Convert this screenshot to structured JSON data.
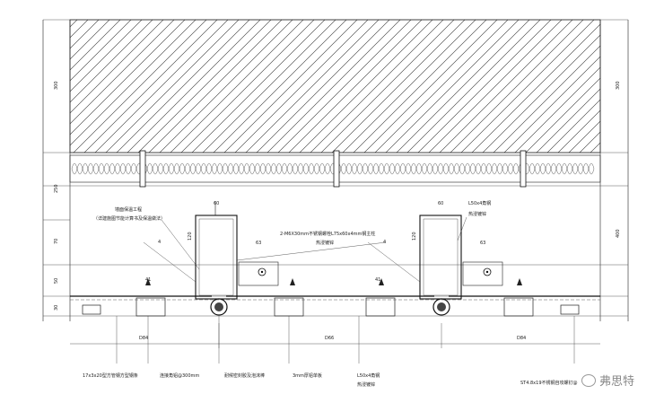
{
  "left_dims": [
    "300",
    "250",
    "70",
    "50",
    "30"
  ],
  "right_dims": [
    "300",
    "400"
  ],
  "top_dims": {
    "left_bracket": "60",
    "right_bracket": "60",
    "left_63": "63",
    "right_63": "63",
    "left_41": "41",
    "right_41": "41",
    "left_120": "120",
    "right_120": "120",
    "left_num4": "4",
    "right_num4": "4"
  },
  "bottom_dims": {
    "left": "D84",
    "middle": "D66",
    "right": "D84"
  },
  "notes": {
    "insulation_1": "墙面保温工程",
    "insulation_2": "（详建施图节能计算书及保温做法）",
    "mullion_1": "2-M6X30mm不锈钢螺栓L75x60x4mm钢主柱",
    "mullion_2": "热浸镀锌",
    "angle_steel_1": "L50x4角钢",
    "angle_steel_2": "热浸镀锌"
  },
  "bottom_labels": {
    "l1": "17x3x20型方管钢方型钢条",
    "l2": "连接角铝@300mm",
    "l3": "耐候密封胶及泡沫棒",
    "l4": "3mm厚铝单板",
    "l5_1": "L50x4角钢",
    "l5_2": "热浸镀锌",
    "l6": "ST4.8x19不锈钢自攻螺钉@"
  },
  "watermark": "弗思特"
}
